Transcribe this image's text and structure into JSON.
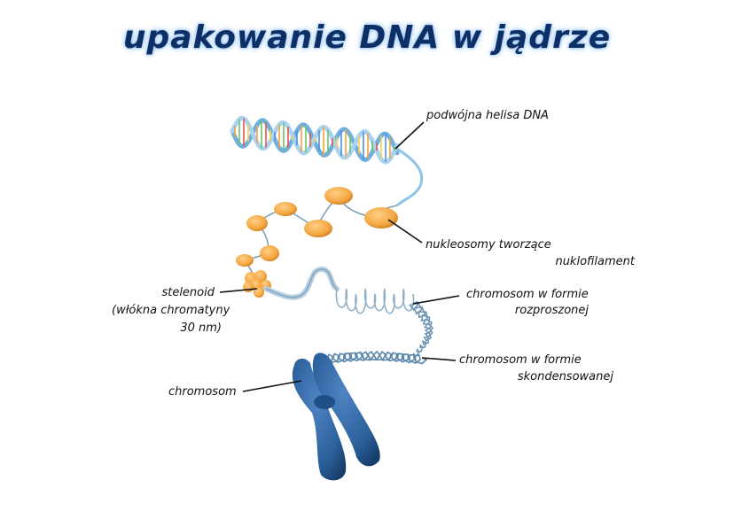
{
  "title": "upakowanie DNA w jądrze",
  "labels": {
    "helix": "podwójna helisa DNA",
    "nucleosomes_1": "nukleosomy tworzące",
    "nucleosomes_2": "nuklofilament",
    "solenoid_1": "stelenoid",
    "solenoid_2": "(włókna chromatyny",
    "solenoid_3": "30 nm)",
    "dispersed_1": "chromosom w formie",
    "dispersed_2": "rozproszonej",
    "condensed_1": "chromosom w formie",
    "condensed_2": "skondensowanej",
    "chromosome": "chromosom"
  },
  "colors": {
    "title": "#0c2f66",
    "title_glow": "#9fc7f2",
    "nucleosome": "#f4a640",
    "fiber": "#8fb0c8",
    "chromosome": "#2a5f9a",
    "helix_strand": "#8cc3e8"
  }
}
